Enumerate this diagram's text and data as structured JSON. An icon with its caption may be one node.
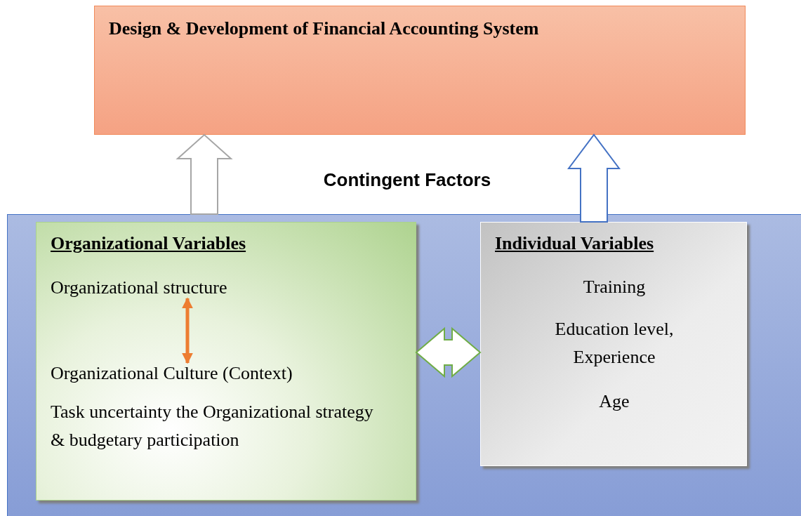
{
  "diagram": {
    "nodes": [
      {
        "text": [
          "Design & Development of Financial Accounting System"
        ]
      },
      {
        "text": [],
        "shape": "box"
      },
      {
        "text": [
          "Organizational Variables",
          "Task uncertainty the Organizational strategy & budgetary participation"
        ],
        "in": 1
      },
      {
        "text": [
          "Organizational structure"
        ],
        "in": 2
      },
      {
        "text": [
          "Organizational Culture (Context)"
        ],
        "in": 2
      },
      {
        "text": [
          "Individual Variables",
          "Training",
          "Education level, Experience",
          "Age"
        ],
        "in": 1
      }
    ],
    "edges": [
      {
        "from": 1,
        "to": 0,
        "arrow": "to",
        "style": "thick",
        "color": "#a6a6a6"
      },
      {
        "from": 5,
        "to": 0,
        "arrow": "to",
        "style": "thick",
        "color": "#4472c4"
      },
      {
        "from": 3,
        "to": 4,
        "arrow": "both",
        "color": "#ed7d31"
      },
      {
        "from": 2,
        "to": 5,
        "arrow": "both",
        "style": "thick",
        "color": "#70ad47"
      }
    ],
    "labels": [
      "Contingent Factors"
    ]
  }
}
